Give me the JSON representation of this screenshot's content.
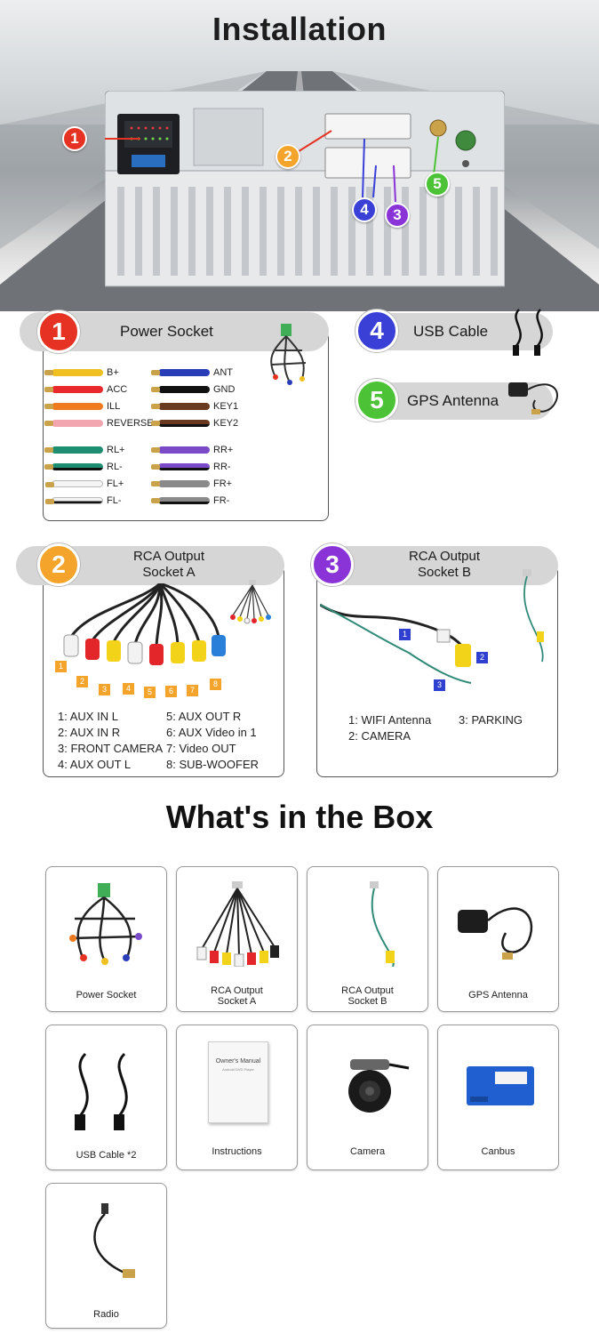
{
  "title": "Installation",
  "hero_badges": [
    {
      "num": "1",
      "color": "#e53222"
    },
    {
      "num": "2",
      "color": "#f4a42a"
    },
    {
      "num": "3",
      "color": "#8a34d8"
    },
    {
      "num": "4",
      "color": "#3a3fd6"
    },
    {
      "num": "5",
      "color": "#4cc236"
    }
  ],
  "power": {
    "num": "1",
    "label": "Power Socket",
    "color": "#e53222",
    "wires_left": [
      {
        "label": "B+",
        "color": "#f0c020"
      },
      {
        "label": "ACC",
        "color": "#e8282a"
      },
      {
        "label": "ILL",
        "color": "#f07a20"
      },
      {
        "label": "REVERSE",
        "color": "#f2a7b0"
      },
      {
        "label": "RL+",
        "color": "#1d8f70"
      },
      {
        "label": "RL-",
        "color": "#1d8f70"
      },
      {
        "label": "FL+",
        "color": "#f4f4f4"
      },
      {
        "label": "FL-",
        "color": "#f4f4f4"
      }
    ],
    "wires_right": [
      {
        "label": "ANT",
        "color": "#2a3db8"
      },
      {
        "label": "GND",
        "color": "#111111"
      },
      {
        "label": "KEY1",
        "color": "#6a3a20"
      },
      {
        "label": "KEY2",
        "color": "#6a3a20"
      },
      {
        "label": "RR+",
        "color": "#7a4ac8"
      },
      {
        "label": "RR-",
        "color": "#7a4ac8"
      },
      {
        "label": "FR+",
        "color": "#8a8a8a"
      },
      {
        "label": "FR-",
        "color": "#8a8a8a"
      }
    ]
  },
  "usb": {
    "num": "4",
    "label": "USB Cable",
    "color": "#3a3fd6"
  },
  "gps": {
    "num": "5",
    "label": "GPS Antenna",
    "color": "#4cc236"
  },
  "rca_a": {
    "num": "2",
    "label_line1": "RCA Output",
    "label_line2": "Socket A",
    "color": "#f4a42a",
    "tags": [
      "1",
      "2",
      "3",
      "4",
      "5",
      "6",
      "7",
      "8"
    ],
    "legend_left": [
      "1: AUX IN L",
      "2: AUX IN R",
      "3: FRONT CAMERA",
      "4: AUX OUT L"
    ],
    "legend_right": [
      "5: AUX OUT R",
      "6: AUX Video in 1",
      "7: Video OUT",
      "8: SUB-WOOFER"
    ]
  },
  "rca_b": {
    "num": "3",
    "label_line1": "RCA Output",
    "label_line2": "Socket B",
    "color": "#8a34d8",
    "tags": [
      "1",
      "2",
      "3"
    ],
    "legend_left": [
      "1: WIFI Antenna",
      "2: CAMERA"
    ],
    "legend_right": [
      "3: PARKING"
    ]
  },
  "box": {
    "title": "What's in the Box",
    "items": [
      {
        "line1": "Power Socket",
        "line2": ""
      },
      {
        "line1": "RCA Output",
        "line2": "Socket A"
      },
      {
        "line1": "RCA Output",
        "line2": "Socket B"
      },
      {
        "line1": "GPS Antenna",
        "line2": ""
      },
      {
        "line1": "USB Cable *2",
        "line2": ""
      },
      {
        "line1": "Instructions",
        "line2": ""
      },
      {
        "line1": "Camera",
        "line2": ""
      },
      {
        "line1": "Canbus",
        "line2": ""
      },
      {
        "line1": "Radio",
        "line2": ""
      }
    ],
    "manual_title": "Owner's Manual",
    "manual_subtitle": "Android DVD Player"
  }
}
